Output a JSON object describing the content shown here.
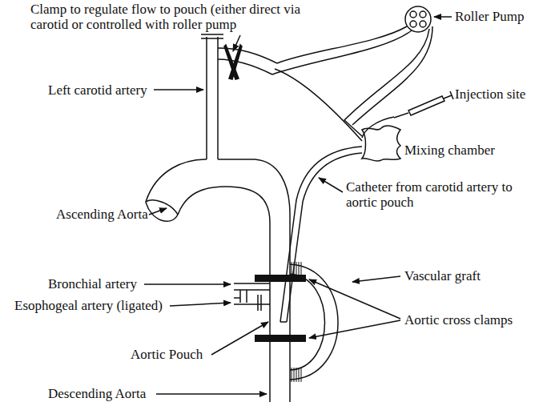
{
  "diagram": {
    "labels": [
      "Clamp to regulate flow to pouch (either direct via carotid or controlled with roller pump",
      "Roller Pump",
      "Injection site",
      "Left carotid artery",
      "Mixing chamber",
      "Ascending Aorta",
      "Catheter from carotid artery to aortic pouch",
      "Vascular graft",
      "Bronchial artery",
      "Aortic cross clamps",
      "Esophogeal artery (ligated)",
      "Aortic Pouch",
      "Descending Aorta"
    ]
  }
}
